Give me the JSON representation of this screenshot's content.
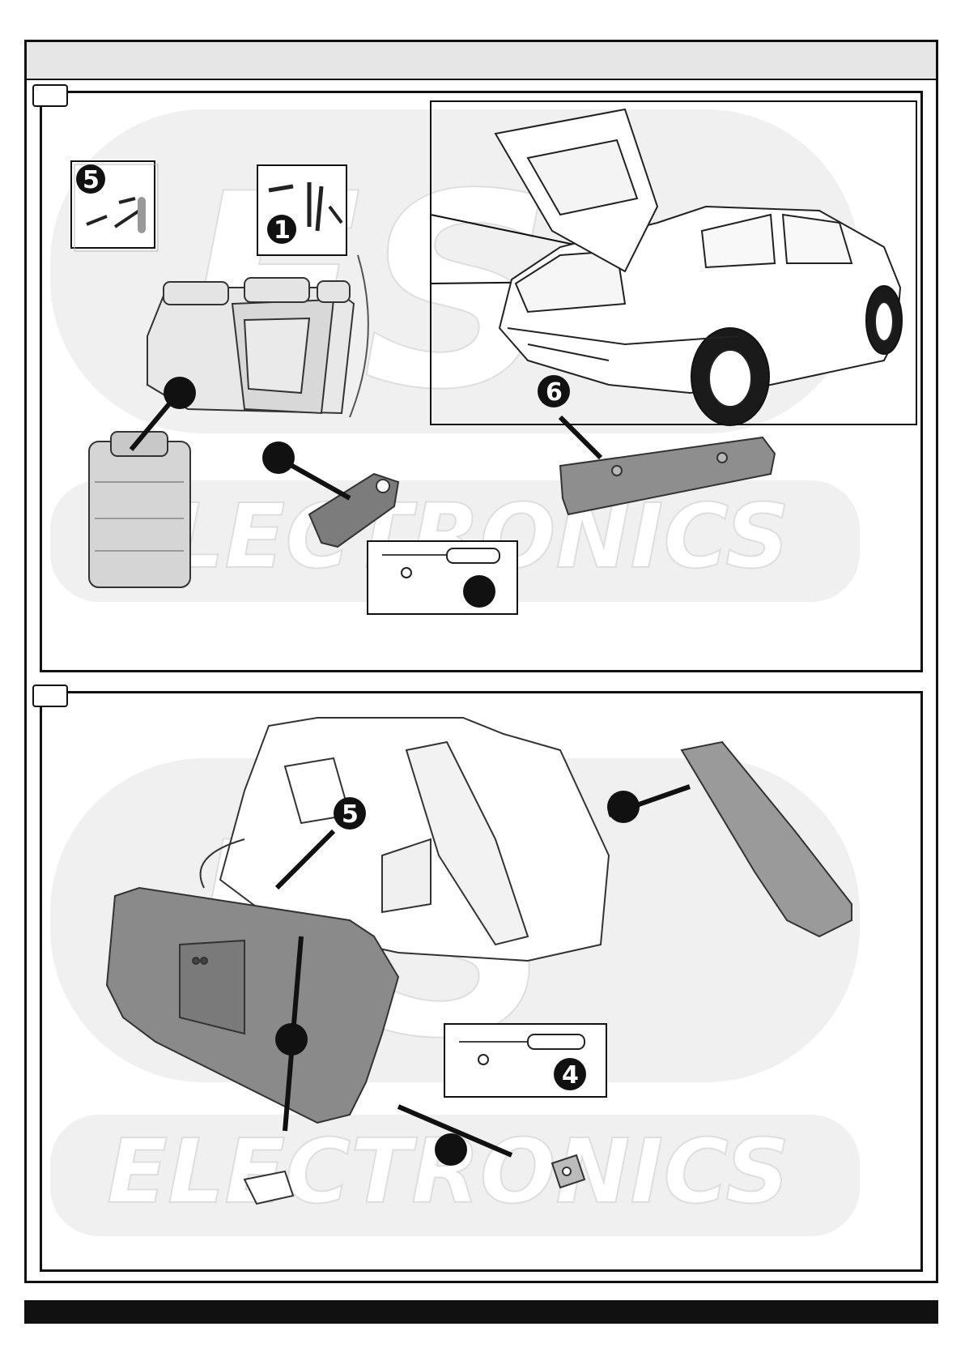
{
  "watermark": {
    "word": "ELECTRONICS",
    "letters_top": "ES",
    "color": "#ececec"
  },
  "panel_a": {
    "callouts": [
      "5",
      "1",
      "6"
    ]
  },
  "panel_b": {
    "callouts": [
      "5",
      "4"
    ]
  },
  "colors": {
    "line": "#111111",
    "panel_bg": "#f0f0f0",
    "part_grey": "#8a8a8a",
    "part_dark": "#6e6e6e",
    "badge": "#111111"
  },
  "icons": [
    "seat-fold-icon",
    "screwdriver-icon",
    "torx-icon",
    "arrow-icon"
  ]
}
